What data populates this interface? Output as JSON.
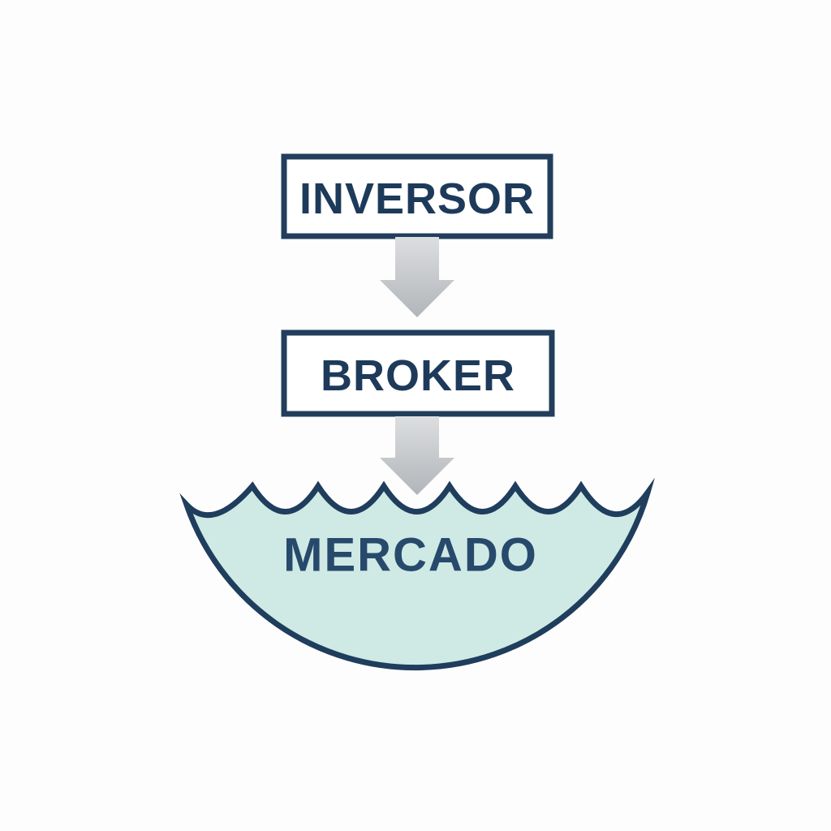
{
  "diagram": {
    "title": "Inversor-Broker-Mercado flow diagram",
    "nodes": [
      {
        "id": "inversor",
        "label": "INVERSOR",
        "shape": "rectangle"
      },
      {
        "id": "broker",
        "label": "BROKER",
        "shape": "rectangle"
      },
      {
        "id": "mercado",
        "label": "MERCADO",
        "shape": "wavy-bowl"
      }
    ],
    "connectors": [
      {
        "from": "inversor",
        "to": "broker",
        "type": "down-arrow"
      },
      {
        "from": "broker",
        "to": "mercado",
        "type": "down-arrow"
      }
    ],
    "colors": {
      "background": "#fdfdfd",
      "box_fill": "#ffffff",
      "box_border": "#223e5c",
      "label_text": "#1e3a5a",
      "arrow_light": "#dcdee0",
      "arrow_dark": "#b2b5b9",
      "market_fill": "#cfe9e5",
      "market_stroke": "#1f3d5c",
      "market_text": "#27496b"
    }
  }
}
